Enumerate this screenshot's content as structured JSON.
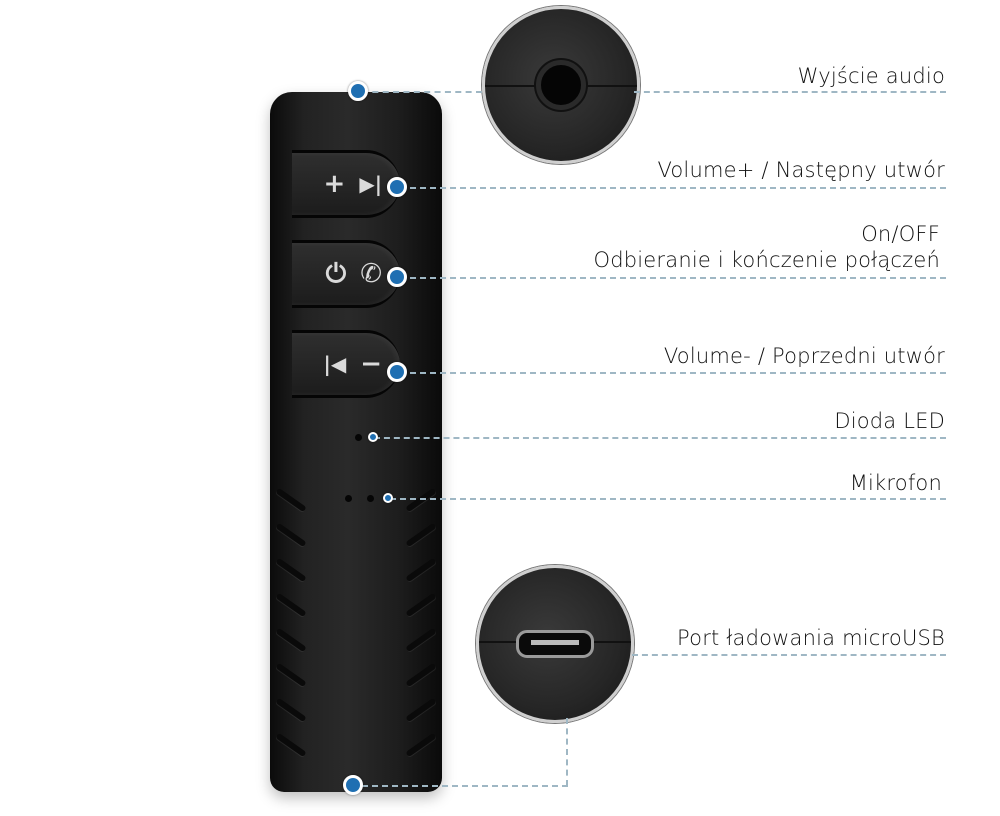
{
  "labels": {
    "audio_out": "Wyjście audio",
    "volume_up": "Volume+ / Następny utwór",
    "power_line1": "On/OFF",
    "power_line2": "Odbieranie i kończenie połączeń",
    "volume_down": "Volume- / Poprzedni utwór",
    "led": "Dioda LED",
    "mic": "Mikrofon",
    "usb_port": "Port ładowania microUSB"
  },
  "buttons": {
    "top": {
      "left_glyph": "+",
      "right_glyph": "▶|"
    },
    "middle": {
      "left_glyph": "⏻",
      "right_glyph": "✆"
    },
    "bottom": {
      "left_glyph": "|◀",
      "right_glyph": "−"
    }
  },
  "colors": {
    "marker": "#1f6fb2",
    "leader_line": "#9fb7c4",
    "device_body": "#1e1e1e"
  }
}
